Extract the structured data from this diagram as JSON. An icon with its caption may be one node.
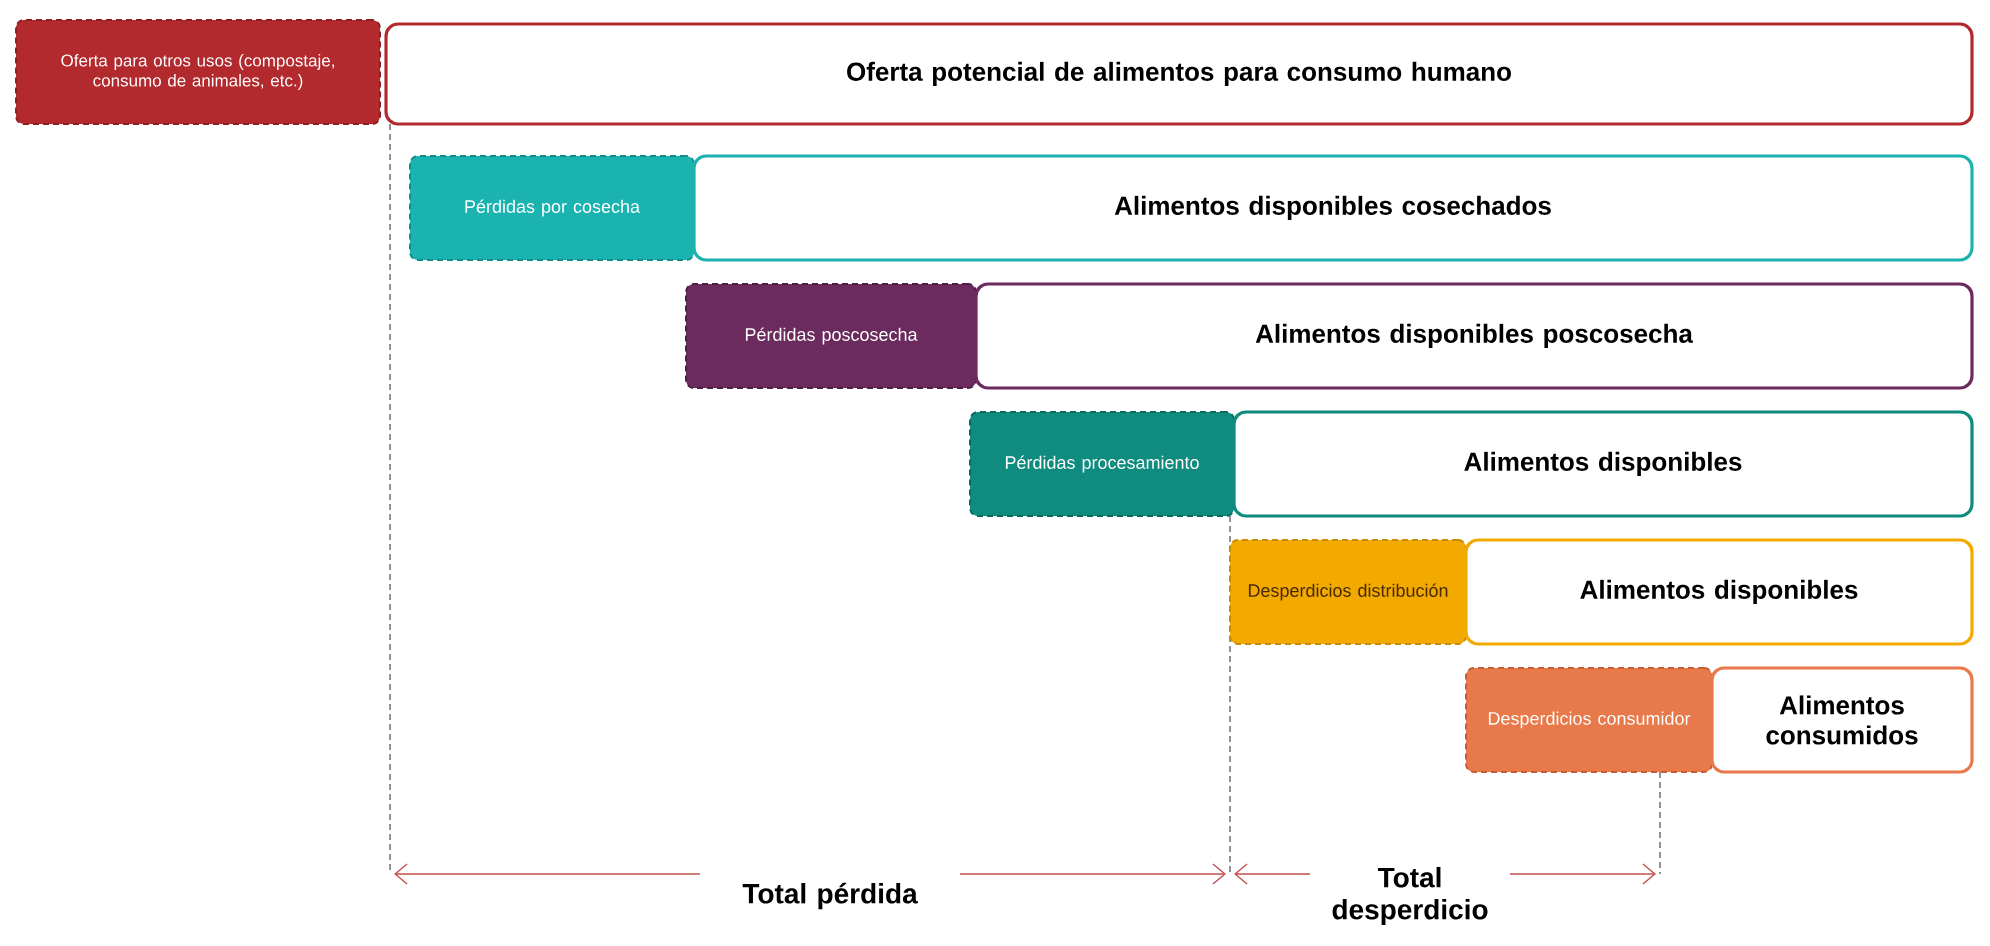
{
  "diagram": {
    "nodes": [
      {
        "text": [
          "Oferta para otros usos (compostaje, consumo de animales, etc.)"
        ]
      },
      {
        "text": [
          "Oferta potencial de alimentos para consumo humano"
        ]
      },
      {
        "text": [
          "Pérdidas por cosecha"
        ]
      },
      {
        "text": [
          "Alimentos disponibles cosechados"
        ]
      },
      {
        "text": [
          "Pérdidas poscosecha"
        ]
      },
      {
        "text": [
          "Alimentos disponibles poscosecha"
        ]
      },
      {
        "text": [
          "Pérdidas procesamiento"
        ]
      },
      {
        "text": [
          "Alimentos disponibles"
        ]
      },
      {
        "text": [
          "Desperdicios distribución"
        ]
      },
      {
        "text": [
          "Alimentos disponibles"
        ]
      },
      {
        "text": [
          "Desperdicios consumidor"
        ]
      },
      {
        "text": [
          "Alimentos consumidos"
        ]
      }
    ],
    "labels": [
      "Total pérdida",
      "Total desperdicio"
    ]
  }
}
